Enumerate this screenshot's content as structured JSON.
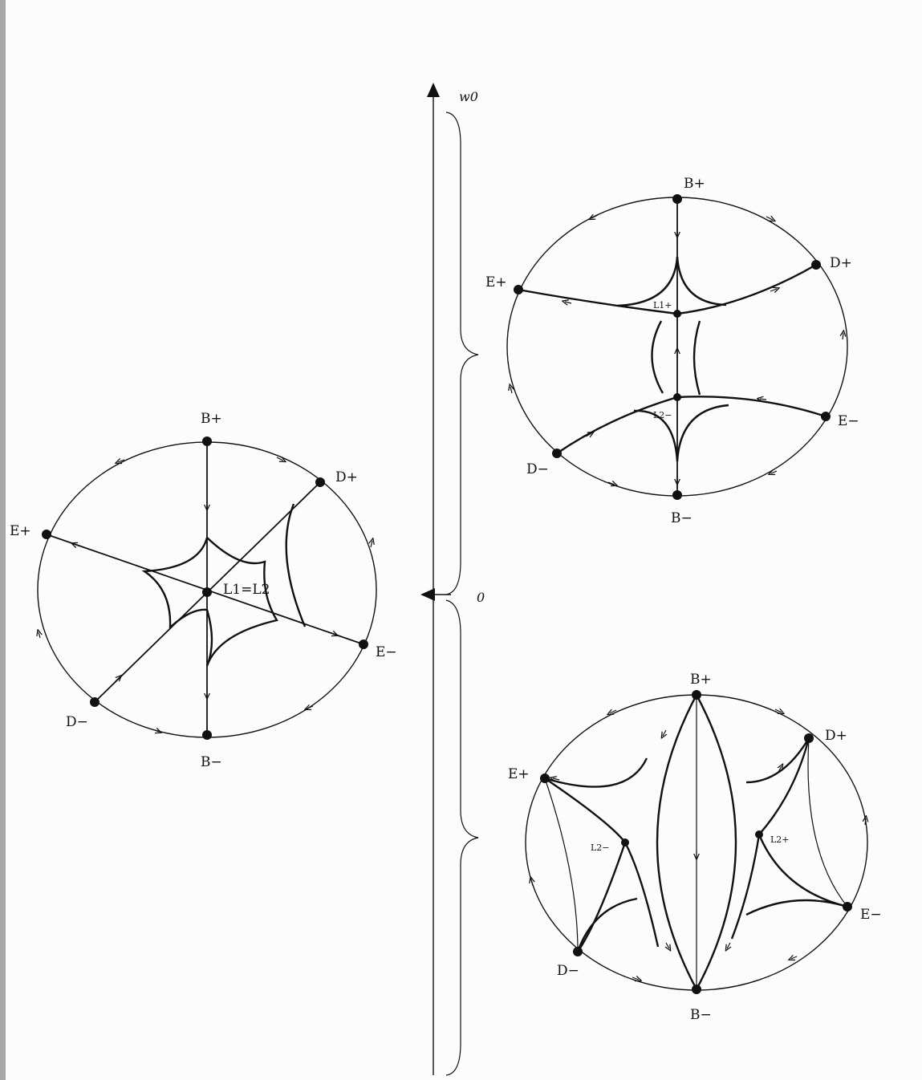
{
  "axis": {
    "top_label": "w0",
    "middle_label": "0"
  },
  "left_diagram": {
    "points": {
      "b_plus": "B+",
      "b_minus": "B−",
      "d_plus": "D+",
      "d_minus": "D−",
      "e_plus": "E+",
      "e_minus": "E−",
      "center": "L1=L2"
    }
  },
  "top_right_diagram": {
    "points": {
      "b_plus": "B+",
      "b_minus": "B−",
      "d_plus": "D+",
      "d_minus": "D−",
      "e_plus": "E+",
      "e_minus": "E−",
      "l1": "L1+",
      "l2": "L2−"
    }
  },
  "bottom_right_diagram": {
    "points": {
      "b_plus": "B+",
      "b_minus": "B−",
      "d_plus": "D+",
      "d_minus": "D−",
      "e_plus": "E+",
      "e_minus": "E−",
      "l2_minus": "L2−",
      "l2_plus": "L2+"
    }
  }
}
